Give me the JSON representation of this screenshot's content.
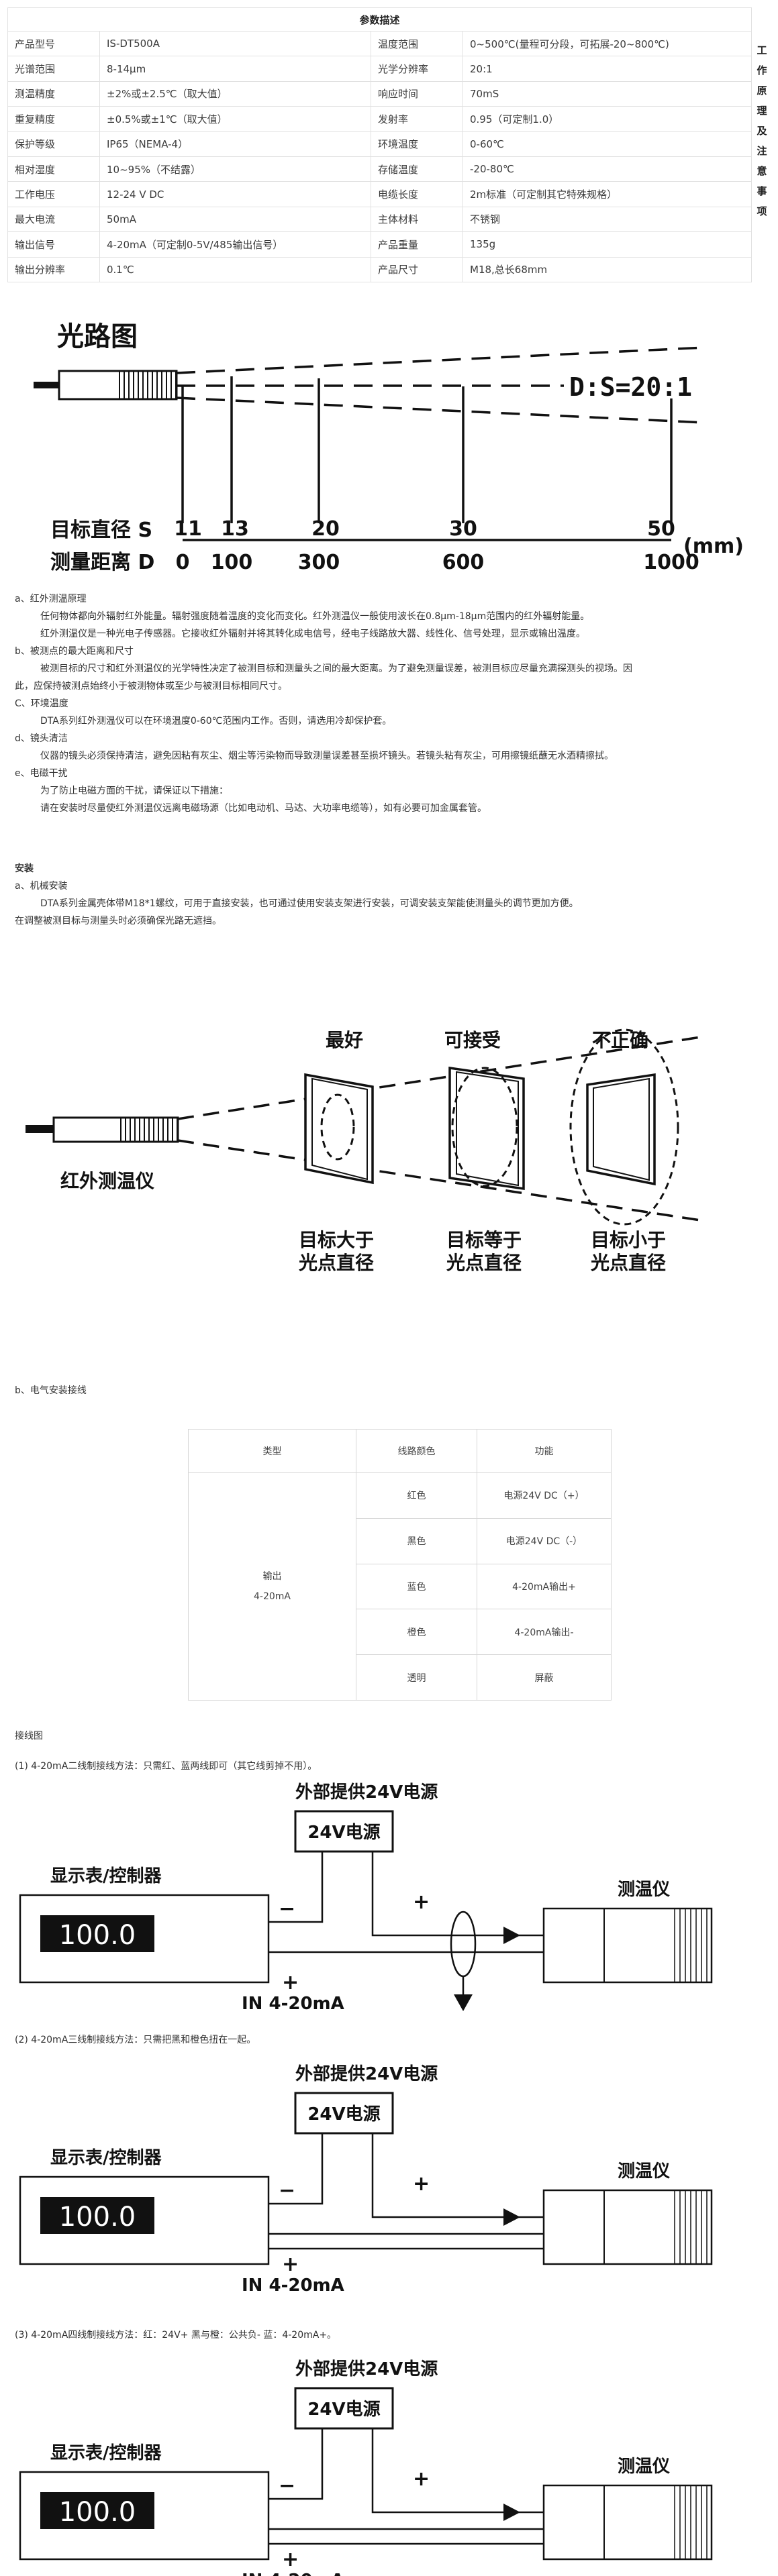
{
  "spec_table": {
    "title": "参数描述",
    "rows": [
      [
        "产品型号",
        "IS-DT500A",
        "温度范围",
        "0~500℃(量程可分段，可拓展-20~800℃)"
      ],
      [
        "光谱范围",
        "8-14μm",
        "光学分辨率",
        "20:1"
      ],
      [
        "测温精度",
        "±2%或±2.5℃（取大值）",
        "响应时间",
        "70mS"
      ],
      [
        "重复精度",
        "±0.5%或±1℃（取大值）",
        "发射率",
        "0.95（可定制1.0）"
      ],
      [
        "保护等级",
        "IP65（NEMA-4）",
        "环境温度",
        "0-60℃"
      ],
      [
        "相对湿度",
        "10~95%（不结露）",
        "存储温度",
        "-20-80℃"
      ],
      [
        "工作电压",
        "12-24 V DC",
        "电缆长度",
        "2m标准（可定制其它特殊规格）"
      ],
      [
        "最大电流",
        "50mA",
        "主体材料",
        "不锈钢"
      ],
      [
        "输出信号",
        "4-20mA（可定制0-5V/485输出信号）",
        "产品重量",
        "135g"
      ],
      [
        "输出分辨率",
        "0.1℃",
        "产品尺寸",
        "M18,总长68mm"
      ]
    ]
  },
  "side_note": [
    "工",
    "作",
    "原",
    "理",
    "及",
    "注",
    "意",
    "事",
    "项"
  ],
  "optical": {
    "title": "光路图",
    "ratio": "D:S=20:1",
    "label_s": "目标直径 S",
    "label_d": "测量距离 D",
    "unit": "(mm)",
    "s_values": [
      "11",
      "13",
      "20",
      "30",
      "50"
    ],
    "d_values": [
      "0",
      "100",
      "300",
      "600",
      "1000"
    ]
  },
  "notes": [
    {
      "t": "a、红外测温原理",
      "ind": false
    },
    {
      "t": "任何物体都向外辐射红外能量。辐射强度随着温度的变化而变化。红外测温仪一般使用波长在0.8μm-18μm范围内的红外辐射能量。",
      "ind": true
    },
    {
      "t": "红外测温仪是一种光电子传感器。它接收红外辐射并将其转化成电信号，经电子线路放大器、线性化、信号处理，显示或输出温度。",
      "ind": true
    },
    {
      "t": "b、被测点的最大距离和尺寸",
      "ind": false
    },
    {
      "t": "被测目标的尺寸和红外测温仪的光学特性决定了被测目标和测量头之间的最大距离。为了避免测量误差，被测目标应尽量充满探测头的视场。因",
      "ind": true
    },
    {
      "t": "此，应保持被测点始终小于被测物体或至少与被测目标相同尺寸。",
      "ind": false
    },
    {
      "t": "C、环境温度",
      "ind": false
    },
    {
      "t": "DTA系列红外测温仪可以在环境温度0-60℃范围内工作。否则，请选用冷却保护套。",
      "ind": true
    },
    {
      "t": "d、镜头清洁",
      "ind": false
    },
    {
      "t": "仪器的镜头必须保持清洁，避免因粘有灰尘、烟尘等污染物而导致测量误差甚至损坏镜头。若镜头粘有灰尘，可用擦镜纸蘸无水酒精擦拭。",
      "ind": true
    },
    {
      "t": "e、电磁干扰",
      "ind": false
    },
    {
      "t": "为了防止电磁方面的干扰，请保证以下措施：",
      "ind": true
    },
    {
      "t": "请在安装时尽量使红外测温仪远离电磁场源（比如电动机、马达、大功率电缆等），如有必要可加金属套管。",
      "ind": true
    }
  ],
  "install": {
    "title": "安装",
    "lines": [
      {
        "t": "a、机械安装",
        "ind": false
      },
      {
        "t": "DTA系列金属壳体带M18*1螺纹，可用于直接安装，也可通过使用安装支架进行安装，可调安装支架能使测量头的调节更加方便。",
        "ind": true
      },
      {
        "t": "在调整被测目标与测量头时必须确保光路无遮挡。",
        "ind": false
      }
    ]
  },
  "target_diagram": {
    "best": "最好",
    "acceptable": "可接受",
    "incorrect": "不正确",
    "device": "红外测温仪",
    "cap1": [
      "目标大于",
      "光点直径"
    ],
    "cap2": [
      "目标等于",
      "光点直径"
    ],
    "cap3": [
      "目标小于",
      "光点直径"
    ]
  },
  "wiring_title": "b、电气安装接线",
  "wiring_table": {
    "headers": [
      "类型",
      "线路颜色",
      "功能"
    ],
    "type_label": [
      "输出",
      "4-20mA"
    ],
    "rows": [
      [
        "红色",
        "电源24V DC（+）"
      ],
      [
        "黑色",
        "电源24V DC（-）"
      ],
      [
        "蓝色",
        "4-20mA输出+"
      ],
      [
        "橙色",
        "4-20mA输出-"
      ],
      [
        "透明",
        "屏蔽"
      ]
    ]
  },
  "wiring_diagram_label": "接线图",
  "circuits": [
    {
      "caption": "(1) 4-20mA二线制接线方法：只需红、蓝两线即可（其它线剪掉不用）。"
    },
    {
      "caption": "(2) 4-20mA三线制接线方法：只需把黑和橙色扭在一起。"
    },
    {
      "caption": "(3) 4-20mA四线制接线方法：红：24V+ 黑与橙：公共负- 蓝：4-20mA+。"
    }
  ],
  "circuit_labels": {
    "ext_power": "外部提供24V电源",
    "power": "24V电源",
    "display": "显示表/控制器",
    "reading": "100.0",
    "sensor": "测温仪",
    "input": "IN 4-20mA",
    "plus": "+",
    "minus": "−"
  }
}
